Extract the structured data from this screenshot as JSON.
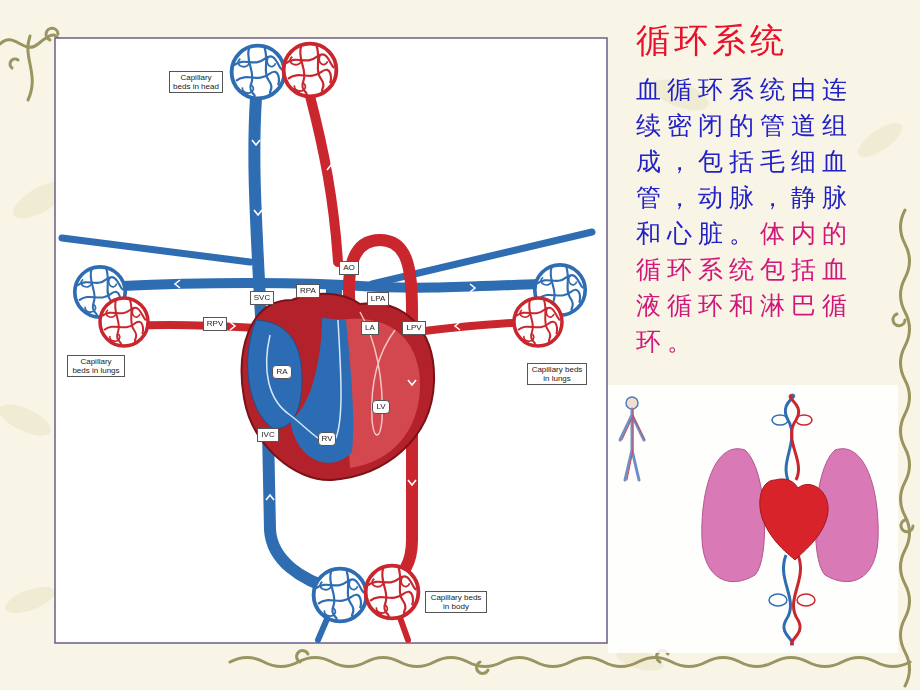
{
  "diagram": {
    "title": "循环系统",
    "nodes": [
      {
        "text": [
          "Capillary beds in head"
        ]
      },
      {
        "text": [
          "AO"
        ]
      },
      {
        "text": [
          "SVC"
        ]
      },
      {
        "text": [
          "RPA"
        ]
      },
      {
        "text": [
          "LPA"
        ]
      },
      {
        "text": [
          "RPV"
        ]
      },
      {
        "text": [
          "LA"
        ]
      },
      {
        "text": [
          "LPV"
        ]
      },
      {
        "text": [
          "Capillary beds in lungs"
        ]
      },
      {
        "text": [
          "Capillary beds in lungs"
        ]
      },
      {
        "text": [
          "RA"
        ]
      },
      {
        "text": [
          "LV"
        ]
      },
      {
        "text": [
          "IVC"
        ]
      },
      {
        "text": [
          "RV"
        ]
      },
      {
        "text": [
          "Capillary beds in body"
        ]
      }
    ],
    "labels": [
      "血循环系统由连续密闭的管道组成，包括毛细血管，动脉，静脉和心脏。",
      "体内的循环系统包括血液循环和淋巴循环。"
    ]
  }
}
